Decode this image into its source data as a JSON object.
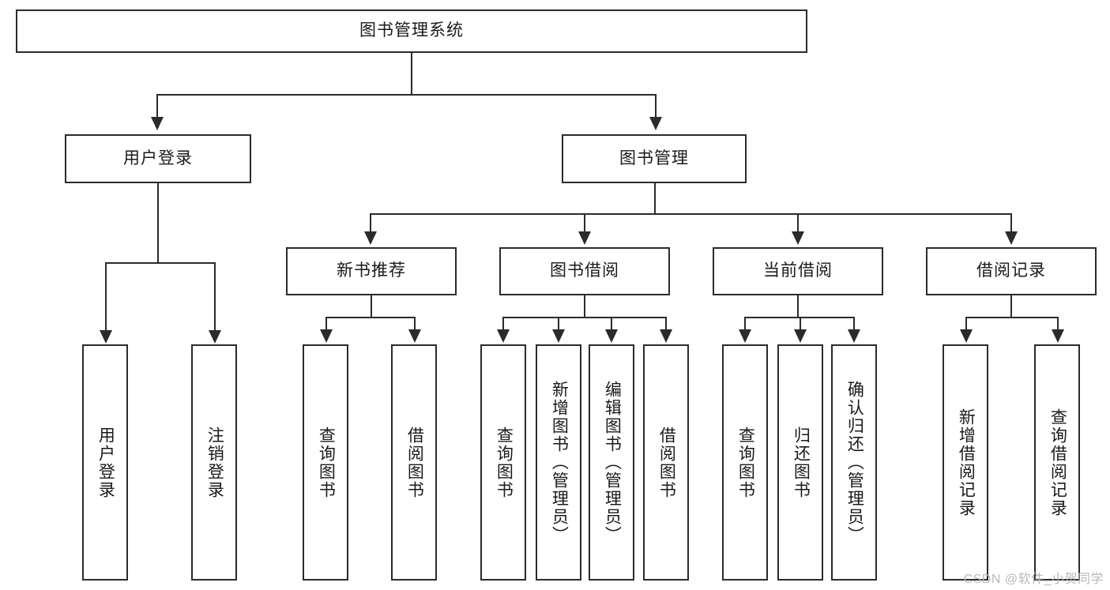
{
  "diagram": {
    "type": "tree-hierarchy-chart",
    "title": "图书管理系统",
    "root": {
      "id": "root",
      "label": "图书管理系统"
    },
    "level2": [
      {
        "id": "user-login",
        "label": "用户登录"
      },
      {
        "id": "book-management",
        "label": "图书管理"
      }
    ],
    "level3": [
      {
        "id": "new-book-recommend",
        "label": "新书推荐"
      },
      {
        "id": "book-borrow",
        "label": "图书借阅"
      },
      {
        "id": "current-borrow",
        "label": "当前借阅"
      },
      {
        "id": "borrow-record",
        "label": "借阅记录"
      }
    ],
    "leaves": {
      "user_login": [
        {
          "id": "leaf-user-login",
          "label": "用户登录"
        },
        {
          "id": "leaf-logout",
          "label": "注销登录"
        }
      ],
      "new_book_recommend": [
        {
          "id": "leaf-query-book-1",
          "label": "查询图书"
        },
        {
          "id": "leaf-borrow-book-1",
          "label": "借阅图书"
        }
      ],
      "book_borrow": [
        {
          "id": "leaf-query-book-2",
          "label": "查询图书"
        },
        {
          "id": "leaf-add-book",
          "label": "新增图书（管理员）"
        },
        {
          "id": "leaf-edit-book",
          "label": "编辑图书（管理员）"
        },
        {
          "id": "leaf-borrow-book-2",
          "label": "借阅图书"
        }
      ],
      "current_borrow": [
        {
          "id": "leaf-query-book-3",
          "label": "查询图书"
        },
        {
          "id": "leaf-return-book",
          "label": "归还图书"
        },
        {
          "id": "leaf-confirm-return",
          "label": "确认归还（管理员）"
        }
      ],
      "borrow_record": [
        {
          "id": "leaf-add-record",
          "label": "新增借阅记录"
        },
        {
          "id": "leaf-query-record",
          "label": "查询借阅记录"
        }
      ]
    }
  },
  "watermark": {
    "text": "CSDN @软件_小贺同学"
  },
  "colors": {
    "stroke": "#2b2b2b",
    "fill": "#ffffff",
    "text": "#1a1a1a",
    "watermark": "#b9b9b9"
  }
}
